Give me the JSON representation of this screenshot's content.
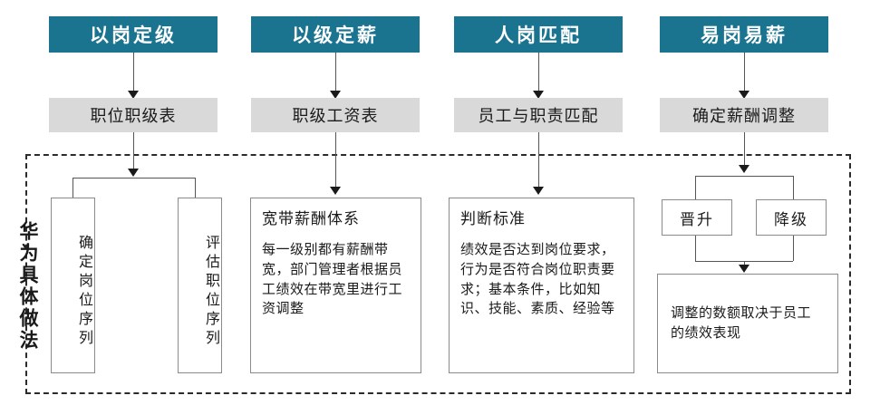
{
  "diagram": {
    "side_label": "华为具体做法",
    "columns": [
      {
        "header": "以岗定级",
        "subheader": "职位职级表",
        "vertical_boxes": [
          "确定岗位序列",
          "评估职位序列"
        ]
      },
      {
        "header": "以级定薪",
        "subheader": "职级工资表",
        "detail": {
          "title": "宽带薪酬体系",
          "body": "每一级别都有薪酬带宽，部门管理者根据员工绩效在带宽里进行工资调整"
        }
      },
      {
        "header": "人岗匹配",
        "subheader": "员工与职责匹配",
        "detail": {
          "title": "判断标准",
          "body": "绩效是否达到岗位要求，行为是否符合岗位职责要求；基本条件，比如知识、技能、素质、经验等"
        }
      },
      {
        "header": "易岗易薪",
        "subheader": "确定薪酬调整",
        "branch_boxes": [
          "晋升",
          "降级"
        ],
        "result_box": "调整的数额取决于员工的绩效表现"
      }
    ],
    "colors": {
      "header_teal": "#1a7490",
      "subheader_gray": "#d9d9d9",
      "box_border": "#8a8a8a",
      "dashed_border": "#2b2b2b",
      "text_dark": "#1a1a1a",
      "header_text": "#ffffff"
    }
  }
}
